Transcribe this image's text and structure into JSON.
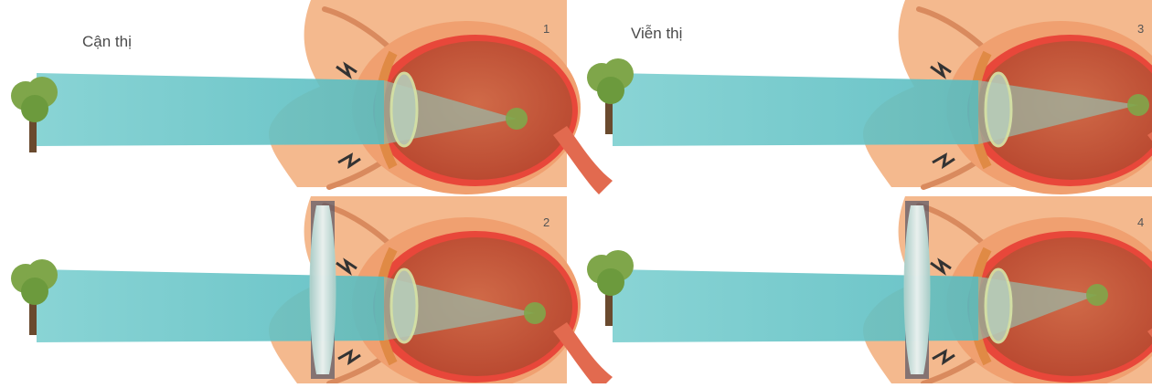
{
  "diagram": {
    "titles": {
      "myopia": "Cận thị",
      "hyperopia": "Viễn thị"
    },
    "panels": [
      {
        "number": "1",
        "condition": "myopia",
        "corrective_lens": false
      },
      {
        "number": "2",
        "condition": "myopia",
        "corrective_lens": true
      },
      {
        "number": "3",
        "condition": "hyperopia",
        "corrective_lens": false
      },
      {
        "number": "4",
        "condition": "hyperopia",
        "corrective_lens": true
      }
    ],
    "colors": {
      "skin": "#f4b98e",
      "eye_interior": "#d9553d",
      "light_beam": "#62c3c6",
      "lens": "#cfe3df",
      "tree_foliage": "#7fa64a",
      "tree_trunk": "#6a4a2e",
      "retina_red": "#e8473a"
    },
    "icons": [
      "tree-icon",
      "eye-diagram-icon",
      "lens-icon",
      "eyelash-icon"
    ]
  }
}
